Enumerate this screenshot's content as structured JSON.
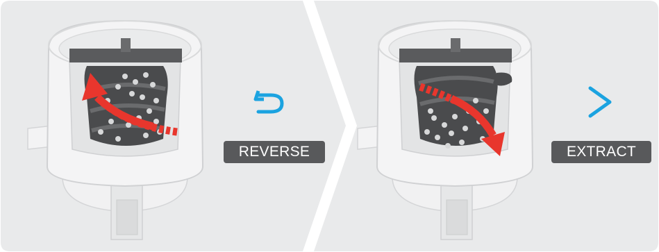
{
  "steps": [
    {
      "label": "REVERSE",
      "icon": "u-turn-arrow-icon",
      "rotation_arrow": "counter-clockwise-red-arrow"
    },
    {
      "label": "EXTRACT",
      "icon": "chevron-right-icon",
      "rotation_arrow": "clockwise-red-arrow"
    }
  ],
  "colors": {
    "panel_bg": "#e9eaeb",
    "accent_blue": "#1ba3e0",
    "arrow_red": "#e8362d",
    "badge_bg": "#58595b",
    "auger_dark": "#4a4b4d"
  }
}
